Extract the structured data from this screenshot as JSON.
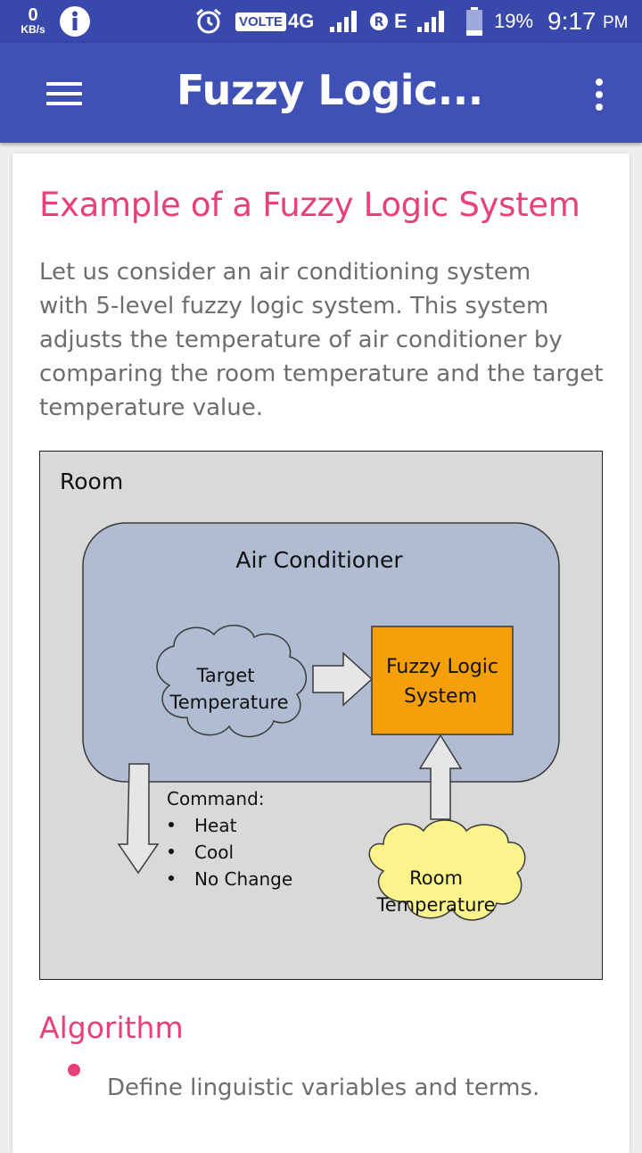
{
  "status_bar": {
    "net_speed_value": "0",
    "net_speed_unit": "KB/s",
    "volte": "VOLTE",
    "network_4g": "4G",
    "roaming": "R",
    "network_e": "E",
    "battery": "19%",
    "time": "9:17",
    "ampm": "PM"
  },
  "app_bar": {
    "title": "Fuzzy Logic..."
  },
  "content": {
    "heading": "Example of a Fuzzy Logic System",
    "paragraph_lines": [
      "Let us consider an air conditioning system",
      "with 5-level fuzzy logic system. This system",
      "adjusts the temperature of air conditioner by",
      "comparing the room temperature and the target",
      "temperature value."
    ],
    "diagram": {
      "room_label": "Room",
      "ac_label": "Air Conditioner",
      "target_line1": "Target",
      "target_line2": "Temperature",
      "fls_line1": "Fuzzy Logic",
      "fls_line2": "System",
      "command_label": "Command:",
      "commands": [
        "Heat",
        "Cool",
        "No Change"
      ],
      "room_temp_line1": "Room",
      "room_temp_line2": "Temperature"
    },
    "algorithm_heading": "Algorithm",
    "algorithm_items": [
      "Define linguistic variables and terms."
    ]
  },
  "colors": {
    "status_bar": "#3948ab",
    "app_bar": "#3f51b5",
    "accent": "#e8407a",
    "body_text": "#6d6d6d",
    "fls_box": "#f5a00a",
    "ac_box": "#b0bcd2",
    "target_cloud": "#b0bcd2",
    "room_cloud": "#fbf48c"
  }
}
